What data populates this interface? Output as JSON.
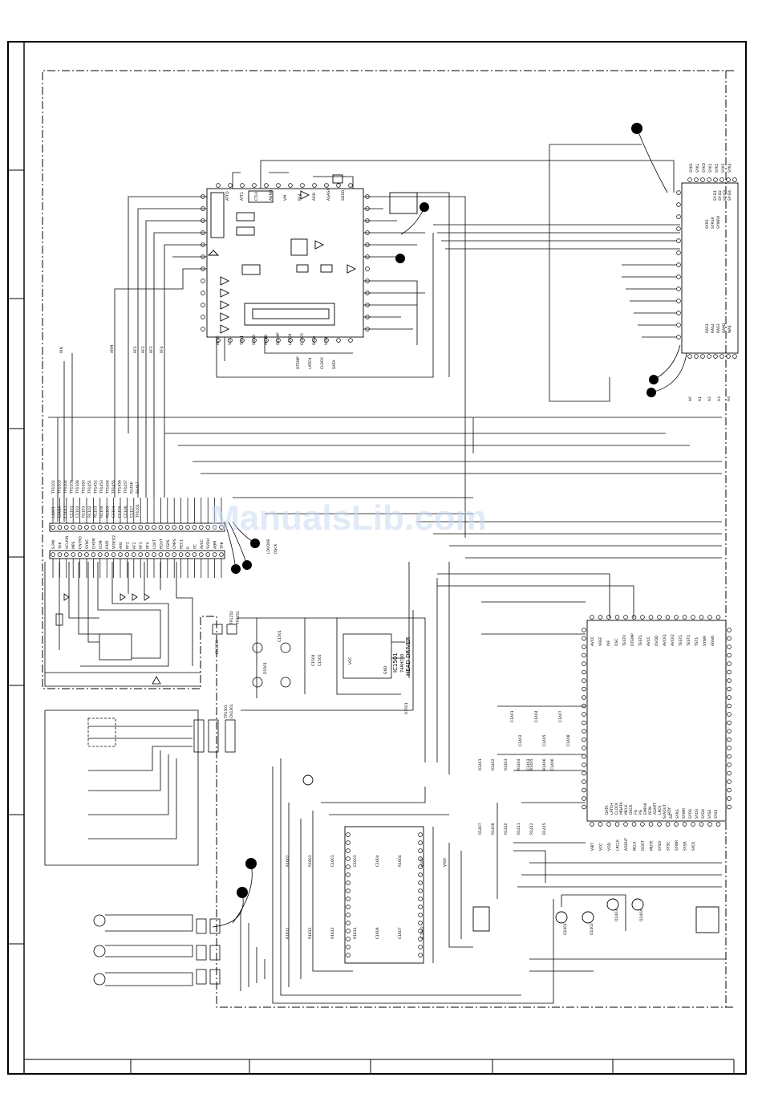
{
  "watermark": "ManualsLib.com",
  "ic_main": {
    "pins_top": [
      "ATTO",
      "ATT1",
      "CTL0",
      "AGND",
      "VM",
      "RF4",
      "ADD",
      "ASAGN",
      "SGND"
    ],
    "pins_bottom": [
      "AVCC",
      "VCC",
      "TDV1",
      "SGND",
      "AGND",
      "DTEMP",
      "LATCH",
      "CLOCK",
      "DATA",
      "VDD"
    ],
    "under_pins": [
      "DTEMP",
      "LATCH",
      "CLOCK",
      "DATA"
    ]
  },
  "left_signals": [
    "RF4",
    "RF3",
    "RF2",
    "RF1",
    "ARM",
    "RIN"
  ],
  "connector_bottom_labels": [
    "S.PW",
    "TPR",
    "VCLKIN",
    "MPS",
    "CNTRO",
    "SYNC",
    "CHEM",
    "COM",
    "GND",
    "VIDEO2",
    "ARE",
    "RF1",
    "RF2",
    "RF3",
    "RF4",
    "LOUT",
    "ROUT",
    "FGPS",
    "CMPS",
    "REC1",
    "R",
    "PC",
    "AVCC",
    "5VDH",
    "ABM",
    "TPB"
  ],
  "mid_labels": [
    "LDVDNE",
    "DSCK"
  ],
  "head_driver": {
    "ref": "IC1501",
    "name": "HEAD DRIVER",
    "type": "74AHC00",
    "labels": [
      "VCC",
      "GND"
    ]
  },
  "q_labels": [
    "D1501",
    "C1504",
    "C1505",
    "C1501",
    "R1501"
  ],
  "connectors": {
    "cn1250": "CN1250",
    "cn1301": "CN1301",
    "tp1251": "TP1251",
    "tp1252": "TP1252",
    "tp1301": "TP1301"
  },
  "ic_right_upper": {
    "pins_top": [
      "SYKS",
      "SYKL",
      "SYKD",
      "SYK1",
      "SYK2",
      "SYK3",
      "SYK4"
    ],
    "pins_right": [
      "SY-D1",
      "SY-D2",
      "SY-D3",
      "SY-D4"
    ],
    "pins_mid": [
      "RAS1",
      "RAS2",
      "RAS3",
      "RAM2",
      "WA1"
    ],
    "pins_inner": [
      "SYRS",
      "SYRSX",
      "SYWRX"
    ],
    "bottom_pins": [
      "A0",
      "A1",
      "A2",
      "A3",
      "A4"
    ]
  },
  "ic_right_lower": {
    "pins_top": [
      "AVCC",
      "VREF",
      "INF",
      "OSC",
      "TEST0",
      "DTEMP",
      "TEST1",
      "AVCC",
      "DVDD",
      "AVCK1",
      "AVCK2",
      "TEST1",
      "TEST2",
      "TST1",
      "SYWR",
      "AGND"
    ],
    "pins_inner": [
      "DATA",
      "LATCH",
      "CLOCK",
      "MDATA",
      "MCLK",
      "DSCK",
      "FG",
      "PG",
      "EMPHI",
      "RFIN",
      "ADAPT",
      "LRCK",
      "AOUT",
      "RDY"
    ],
    "pins_bottom": [
      "VBIT",
      "VCC",
      "VDD",
      "LRCLK",
      "ADOUT",
      "BCLK",
      "DOUT",
      "MUTE",
      "SYSD",
      "SYSC",
      "SYWR",
      "SYSR",
      "SYCK"
    ],
    "misc": [
      "SI",
      "SO",
      "SYRS",
      "SYWR",
      "SYDS",
      "SYD3",
      "SYD4",
      "SYS4",
      "SYS5"
    ]
  },
  "lower_components": [
    "R1602",
    "R1603",
    "C1601",
    "C1603",
    "C1604",
    "R1604",
    "VREF",
    "VREF",
    "R1611",
    "R1612",
    "R1613",
    "R1614",
    "C1606",
    "C1607",
    "IC1602"
  ],
  "transistor_labels": [
    "Q1401",
    "Q1402",
    "Q1403",
    "Q1404"
  ],
  "cap_labels": [
    "C1401",
    "C1402",
    "C1403",
    "C1404",
    "C1405",
    "C1406",
    "C1407",
    "C1408"
  ],
  "res_labels": [
    "R1401",
    "R1402",
    "R1403",
    "R1404",
    "R1405",
    "R1406",
    "R1407",
    "R1408",
    "R1410",
    "R1411",
    "R1412",
    "R1415"
  ],
  "misc_labels": [
    "L1001",
    "C1010",
    "C1011",
    "C1101",
    "C1102",
    "R1101",
    "R1102",
    "R1103",
    "R1104",
    "R1105",
    "C1104",
    "C1105",
    "C1106",
    "C1107",
    "TP1101",
    "TP1102",
    "TP1103",
    "TP1104",
    "TP1105",
    "TP1106",
    "TP1450",
    "TP1451",
    "TP1452",
    "TP1453",
    "TP1454",
    "TP1455",
    "TP1456",
    "TP1457",
    "R1456",
    "R1457"
  ],
  "title_block": [
    "",
    "",
    "",
    "",
    ""
  ]
}
